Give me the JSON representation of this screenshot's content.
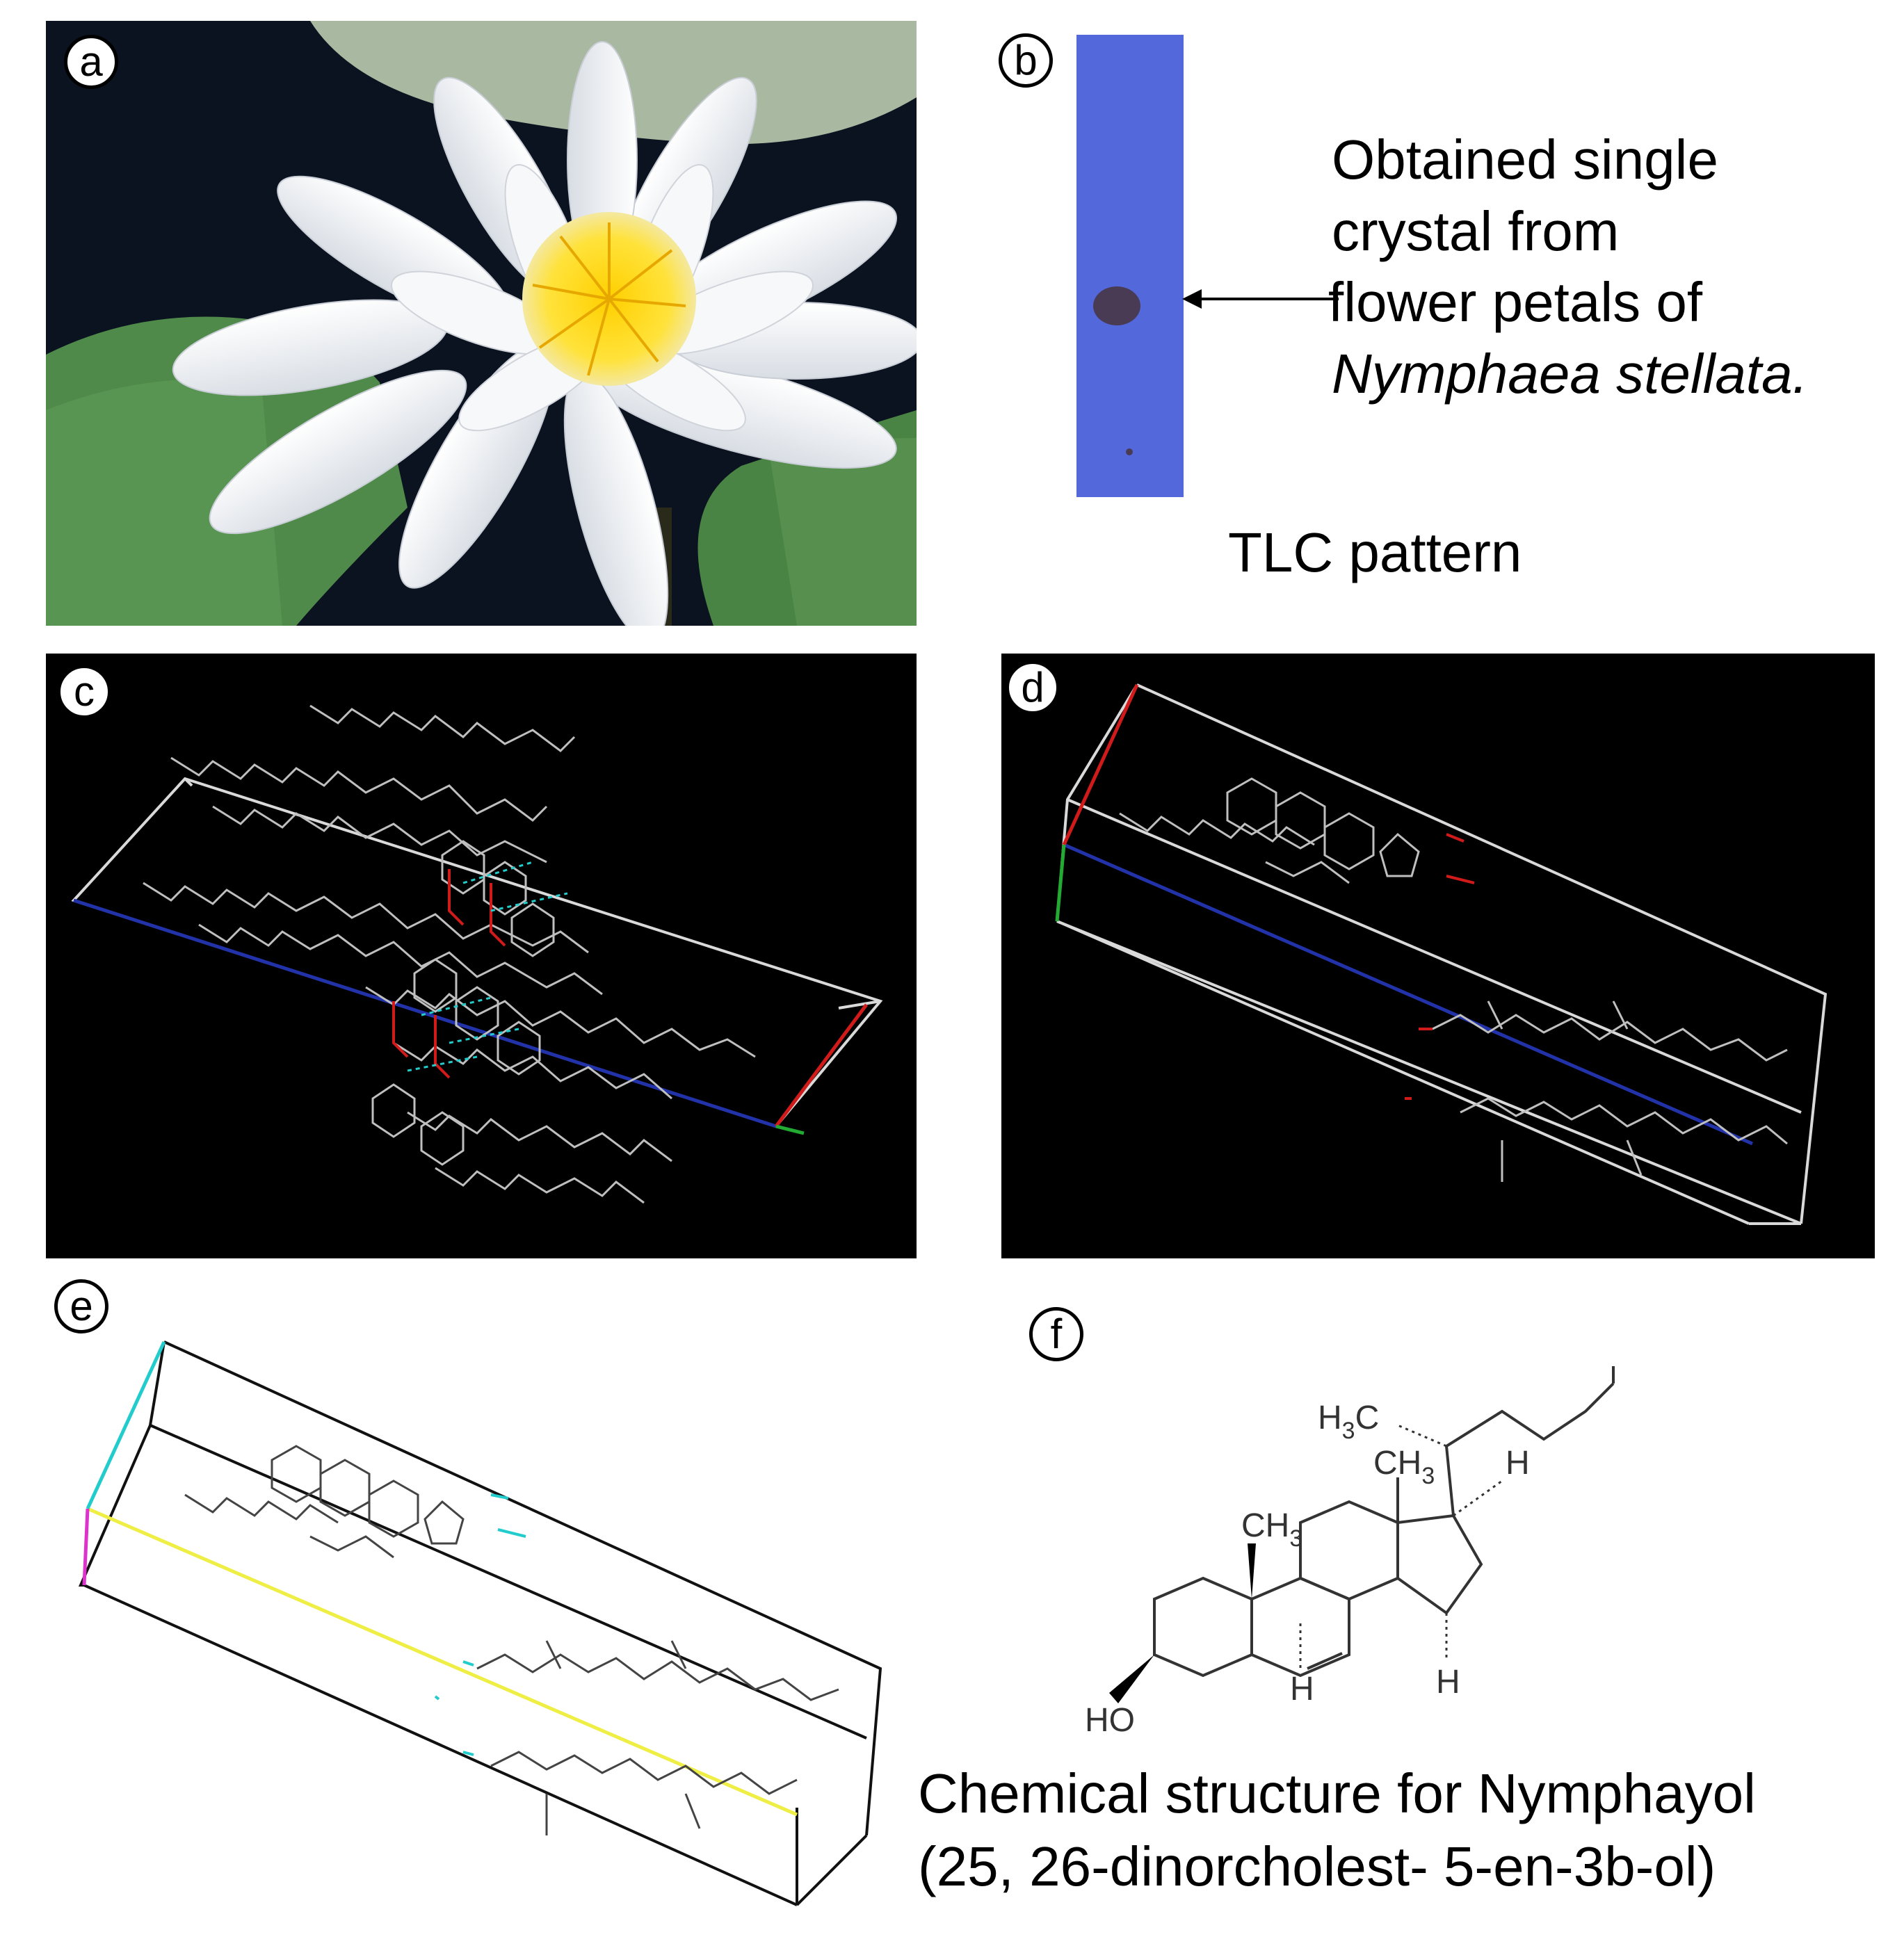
{
  "panels": {
    "a": {
      "label": "a"
    },
    "b": {
      "label": "b",
      "annotation_lines": [
        "Obtained single",
        "crystal from",
        "flower petals of"
      ],
      "species": "Nymphaea stellata.",
      "caption": "TLC pattern"
    },
    "c": {
      "label": "c"
    },
    "d": {
      "label": "d"
    },
    "e": {
      "label": "e"
    },
    "f": {
      "label": "f",
      "atoms": {
        "h3c": "H",
        "h3c_sub": "3",
        "h3c_c": "C",
        "ch3": "CH",
        "ch3_sub": "3",
        "h": "H",
        "ho": "HO"
      },
      "caption_line1": "Chemical structure for Nymphayol",
      "caption_line2": "(25, 26-dinorcholest- 5-en-3b-ol)"
    }
  },
  "colors": {
    "tlc_plate": "#4a61d6",
    "tlc_spot": "#4a3b55",
    "crystal_bg": "#000000",
    "bond_grey": "#bfbfbf",
    "axis_red": "#d11a1a",
    "axis_blue": "#2233aa",
    "axis_green": "#22aa33",
    "hbond_cyan": "#22cccc",
    "axis_yellow": "#eeee44",
    "axis_magenta": "#dd33cc"
  }
}
